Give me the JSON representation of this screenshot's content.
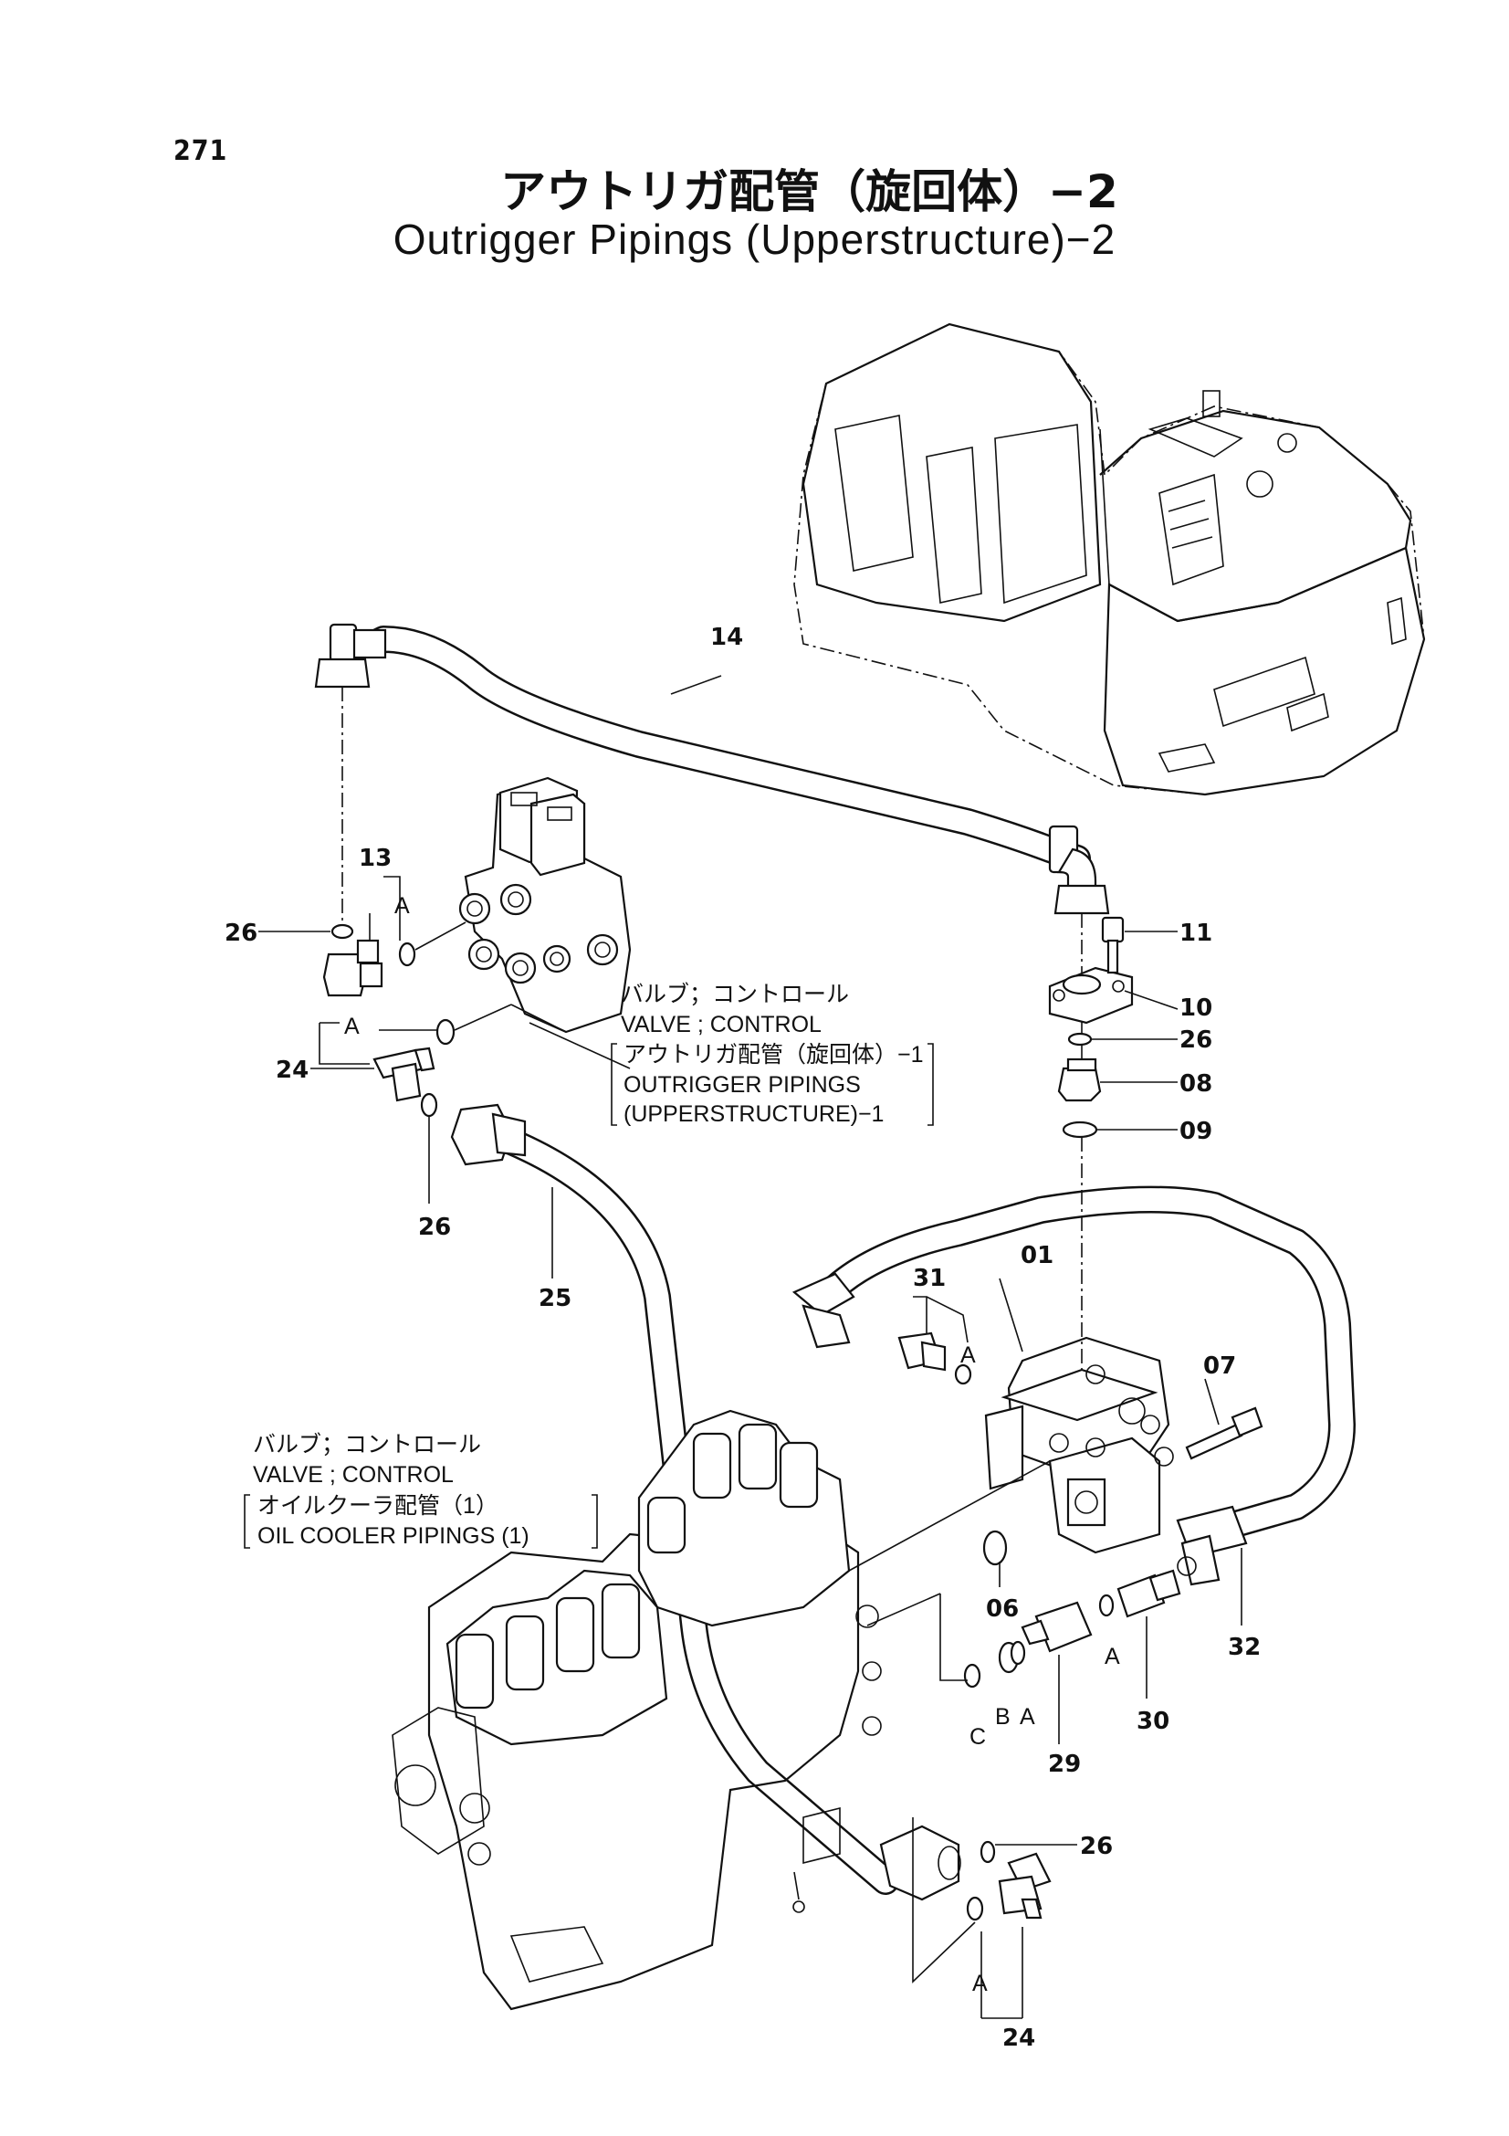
{
  "page": {
    "number": "271"
  },
  "title": {
    "jp": "アウトリガ配管（旋回体）−2",
    "en": "Outrigger Pipings (Upperstructure)−2"
  },
  "part_labels": {
    "p01": "01",
    "p06": "06",
    "p07": "07",
    "p08": "08",
    "p09": "09",
    "p10": "10",
    "p11": "11",
    "p13": "13",
    "p14": "14",
    "p24a": "24",
    "p24b": "24",
    "p25": "25",
    "p26a": "26",
    "p26b": "26",
    "p26c": "26",
    "p26d": "26",
    "p29": "29",
    "p30": "30",
    "p31": "31",
    "p32": "32"
  },
  "letter_labels": {
    "a1": "A",
    "a2": "A",
    "a3": "A",
    "a4": "A",
    "a5": "A",
    "a6": "A",
    "b1": "B",
    "c1": "C"
  },
  "notes": {
    "valve1": {
      "jp": "バルブ；コントロール",
      "en": "VALVE ; CONTROL",
      "ref_jp": "アウトリガ配管（旋回体）−1",
      "ref_en1": "OUTRIGGER PIPINGS",
      "ref_en2": "(UPPERSTRUCTURE)−1"
    },
    "valve2": {
      "jp": "バルブ；コントロール",
      "en": "VALVE ; CONTROL",
      "ref_jp": "オイルクーラ配管（1）",
      "ref_en": "OIL COOLER PIPINGS (1)"
    }
  }
}
